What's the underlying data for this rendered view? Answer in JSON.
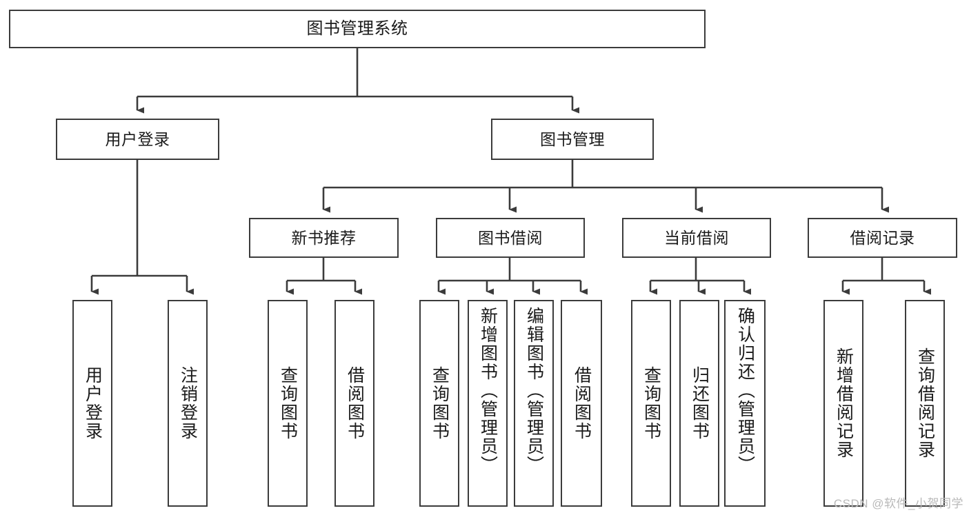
{
  "diagram": {
    "title": "图书管理系统",
    "type": "tree-hierarchy-diagram",
    "colors": {
      "box_border": "#3b3b3b",
      "box_fill": "#ffffff",
      "connector": "#3b3b3b",
      "text": "#1a1a1a",
      "watermark": "#b9b9b9"
    },
    "root": {
      "label": "图书管理系统"
    },
    "level1": [
      {
        "label": "用户登录"
      },
      {
        "label": "图书管理"
      }
    ],
    "level2": [
      {
        "label": "新书推荐"
      },
      {
        "label": "图书借阅"
      },
      {
        "label": "当前借阅"
      },
      {
        "label": "借阅记录"
      }
    ],
    "leaves": {
      "user_login": [
        {
          "label": "用户登录"
        },
        {
          "label": "注销登录"
        }
      ],
      "new_book_recommend": [
        {
          "label": "查询图书"
        },
        {
          "label": "借阅图书"
        }
      ],
      "book_borrow": [
        {
          "label": "查询图书"
        },
        {
          "label": "新增图书（管理员）"
        },
        {
          "label": "编辑图书（管理员）"
        },
        {
          "label": "借阅图书"
        }
      ],
      "current_borrow": [
        {
          "label": "查询图书"
        },
        {
          "label": "归还图书"
        },
        {
          "label": "确认归还（管理员）"
        }
      ],
      "borrow_record": [
        {
          "label": "新增借阅记录"
        },
        {
          "label": "查询借阅记录"
        }
      ]
    }
  },
  "watermark": {
    "text": "CSDN @软件_小贺同学"
  }
}
